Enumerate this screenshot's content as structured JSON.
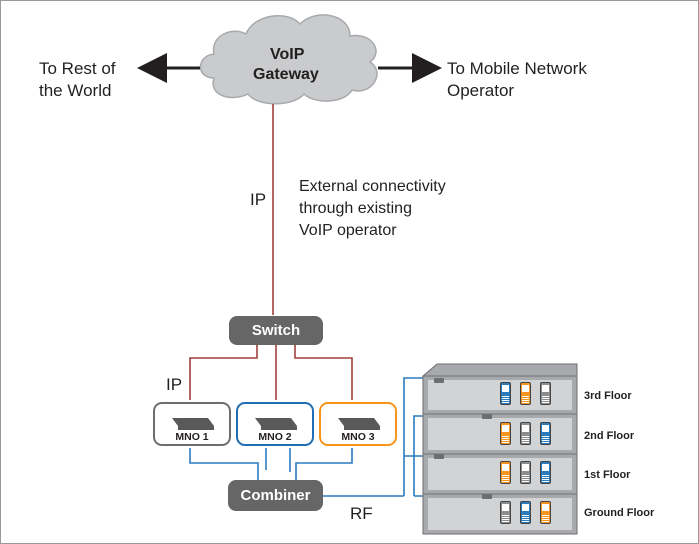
{
  "gateway": {
    "line1": "VoIP",
    "line2": "Gateway"
  },
  "left_text": "To Rest of\nthe World",
  "right_text": "To Mobile Network\nOperator",
  "ip_top_label": "IP",
  "external_text": "External connectivity\nthrough existing\nVoIP operator",
  "switch_label": "Switch",
  "ip_bottom_label": "IP",
  "mnos": [
    {
      "label": "MNO 1",
      "border_color": "#6d6e71"
    },
    {
      "label": "MNO 2",
      "border_color": "#1f6eb4"
    },
    {
      "label": "MNO 3",
      "border_color": "#f7941d"
    }
  ],
  "combiner_label": "Combiner",
  "rf_label": "RF",
  "floors": [
    {
      "label": "3rd Floor",
      "phones": [
        "blue",
        "orange",
        "gray"
      ]
    },
    {
      "label": "2nd Floor",
      "phones": [
        "orange",
        "gray",
        "blue"
      ]
    },
    {
      "label": "1st Floor",
      "phones": [
        "orange",
        "gray",
        "blue"
      ]
    },
    {
      "label": "Ground Floor",
      "phones": [
        "gray",
        "blue",
        "orange"
      ]
    }
  ],
  "colors": {
    "ip_line": "#a0413a",
    "rf_line": "#2b7bbf",
    "cloud": "#c9cbcd",
    "pill": "#666666",
    "phone_blue": "#2b7bbf",
    "phone_orange": "#f7941d",
    "phone_gray": "#8a8c8e"
  }
}
